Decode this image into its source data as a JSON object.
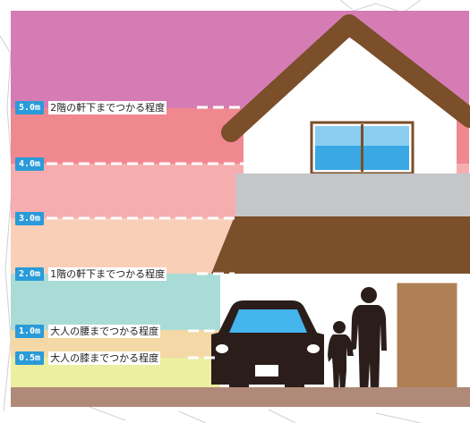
{
  "diagram": {
    "levels": [
      {
        "badge": "5.0m",
        "text": "2階の軒下までつかる程度"
      },
      {
        "badge": "4.0m",
        "text": ""
      },
      {
        "badge": "3.0m",
        "text": ""
      },
      {
        "badge": "2.0m",
        "text": "1階の軒下までつかる程度"
      },
      {
        "badge": "1.0m",
        "text": "大人の腰までつかる程度"
      },
      {
        "badge": "0.5m",
        "text": "大人の膝までつかる程度"
      }
    ]
  },
  "colors": {
    "band_over_5m": "#d67cb4",
    "band_4_5m": "#f08890",
    "band_3_4m": "#f6adb0",
    "band_2_3m": "#f9cfb8",
    "band_1_2m": "#a9dcd6",
    "band_05_1m": "#f4d9a6",
    "band_0_05m": "#eceea0",
    "ground": "#b08a78",
    "roof": "#7a4f2a",
    "badge": "#2a9bd8"
  }
}
